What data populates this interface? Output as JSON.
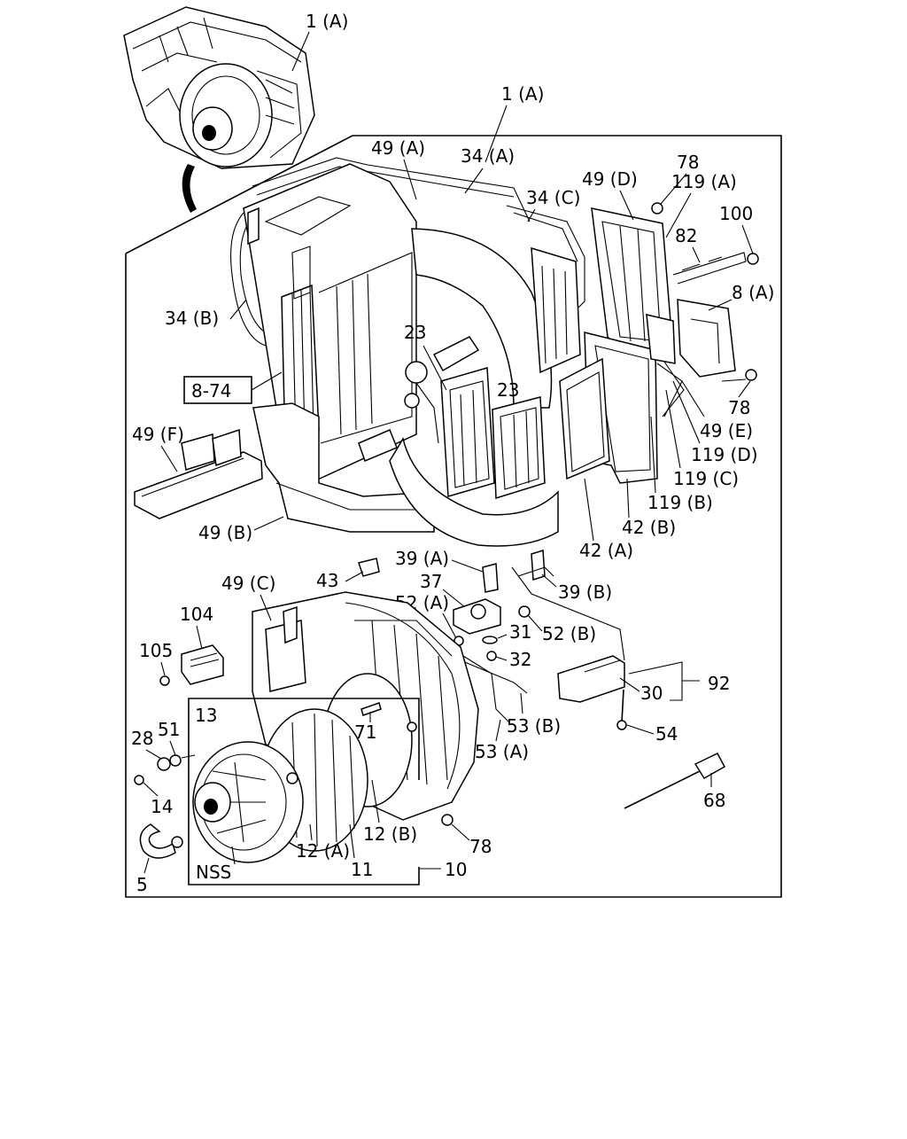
{
  "callouts": {
    "c1a_top": "1 (A)",
    "c1a": "1 (A)",
    "c49a": "49 (A)",
    "c34a": "34 (A)",
    "c34c": "34 (C)",
    "c49d": "49 (D)",
    "c78_top": "78",
    "c119a": "119 (A)",
    "c100": "100",
    "c82": "82",
    "c8a": "8 (A)",
    "c34b": "34 (B)",
    "c23a": "23",
    "c23b": "23",
    "c874": "8-74",
    "c78_right": "78",
    "c49e": "49 (E)",
    "c49f": "49 (F)",
    "c119d": "119 (D)",
    "c119c": "119 (C)",
    "c119b": "119 (B)",
    "c42b": "42 (B)",
    "c49b": "49 (B)",
    "c42a": "42 (A)",
    "c39a": "39 (A)",
    "c43": "43",
    "c37": "37",
    "c39b": "39 (B)",
    "c49c": "49 (C)",
    "c52a": "52 (A)",
    "c104": "104",
    "c31": "31",
    "c52b": "52 (B)",
    "c105": "105",
    "c32": "32",
    "c30": "30",
    "c92": "92",
    "c13": "13",
    "c71": "71",
    "c53b": "53 (B)",
    "c28": "28",
    "c51": "51",
    "c54": "54",
    "c53a": "53 (A)",
    "c14": "14",
    "c12b": "12 (B)",
    "c68": "68",
    "c12a": "12 (A)",
    "c11": "11",
    "c78_bottom": "78",
    "cnss": "NSS",
    "c10": "10",
    "c5": "5"
  }
}
